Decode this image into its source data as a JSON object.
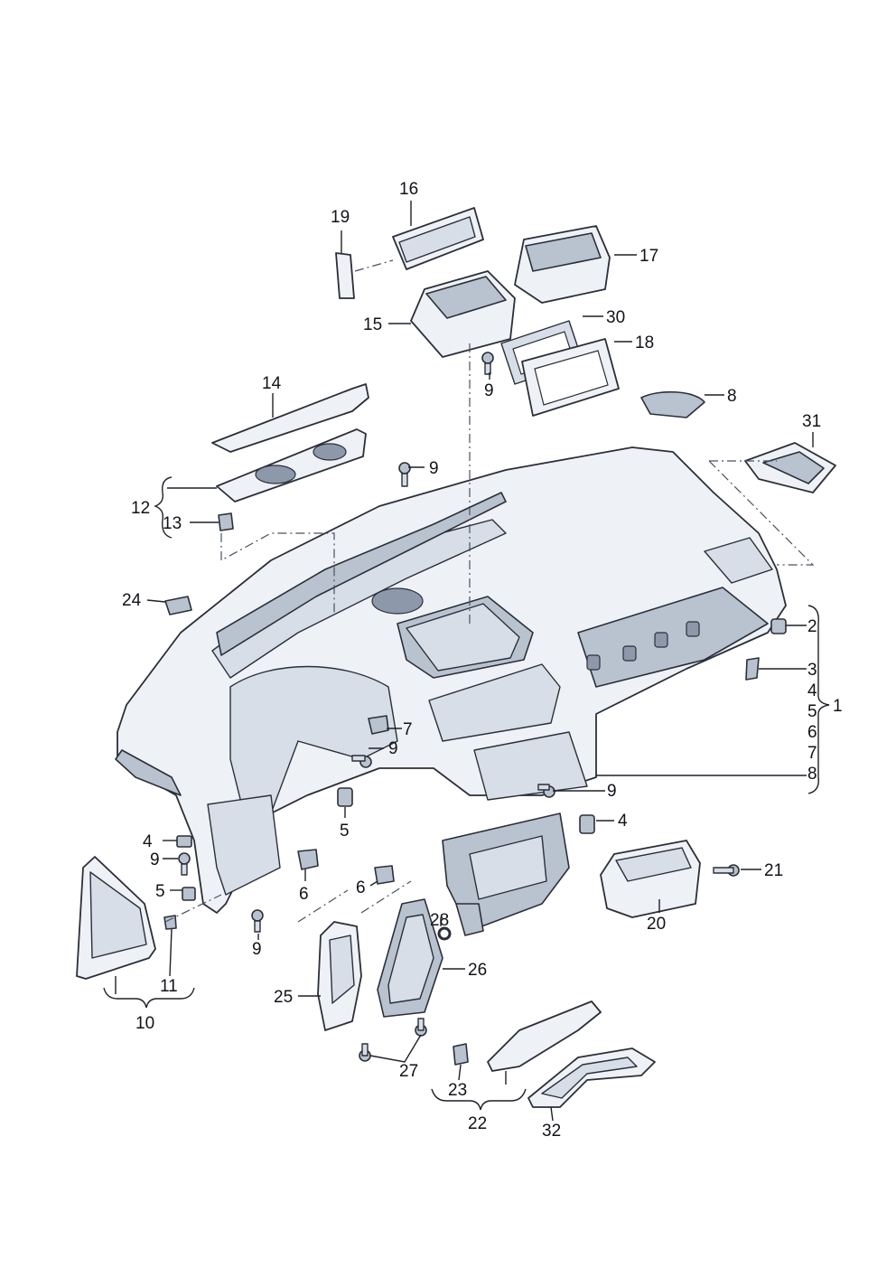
{
  "callouts": {
    "c1": "1",
    "c2": "2",
    "c3": "3",
    "c4a": "4",
    "c4b": "4",
    "c4c": "4",
    "c5a": "5",
    "c5b": "5",
    "c5c": "5",
    "c6a": "6",
    "c6b": "6",
    "c6c": "6",
    "c7a": "7",
    "c7b": "7",
    "c8a": "8",
    "c8b": "8",
    "c9a": "9",
    "c9b": "9",
    "c9c": "9",
    "c9d": "9",
    "c9e": "9",
    "c9f": "9",
    "c10": "10",
    "c11": "11",
    "c12": "12",
    "c13": "13",
    "c14": "14",
    "c15": "15",
    "c16": "16",
    "c17": "17",
    "c18": "18",
    "c19": "19",
    "c20": "20",
    "c21": "21",
    "c22": "22",
    "c23": "23",
    "c24": "24",
    "c25": "25",
    "c26": "26",
    "c27": "27",
    "c28": "28",
    "c30": "30",
    "c31": "31",
    "c32": "32"
  },
  "colors": {
    "part_fill": "#eef2f7",
    "part_shade": "#d7dee8",
    "part_dark": "#b9c3d0",
    "outline": "#2b2f38"
  }
}
